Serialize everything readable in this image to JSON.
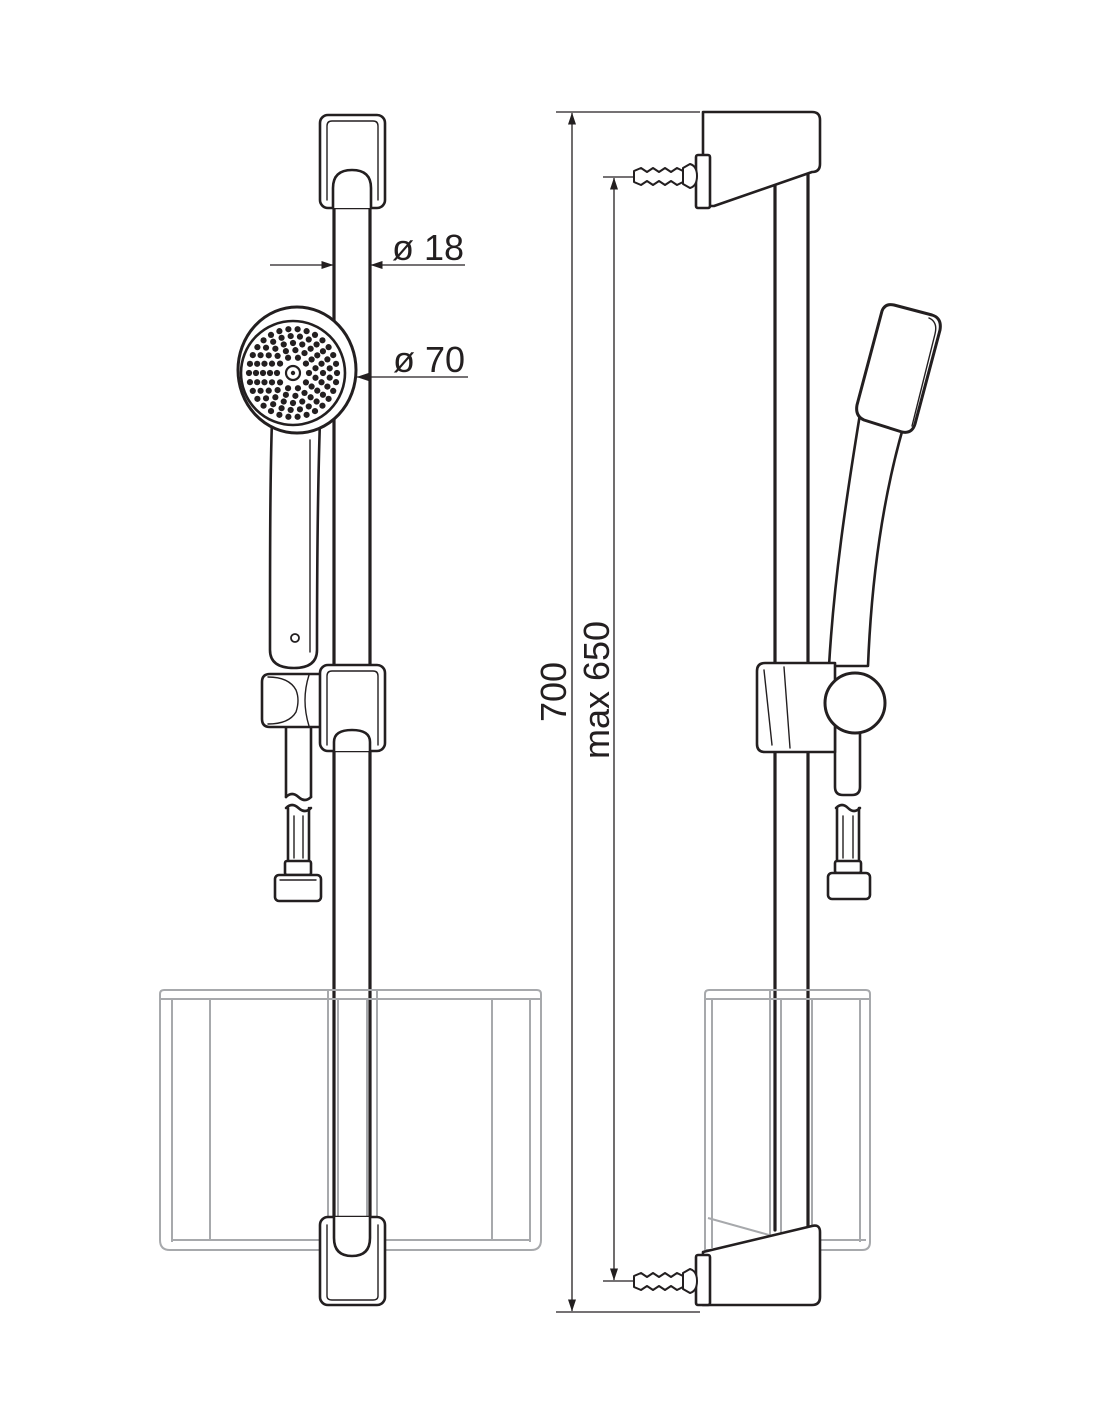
{
  "drawing": {
    "labels": {
      "rail_diameter": "ø 18",
      "head_diameter": "ø 70",
      "overall_height": "700",
      "bracket_spacing": "max 650"
    }
  },
  "colors": {
    "line": "#231f20",
    "accessory": "#a7a9ac",
    "background": "#ffffff"
  }
}
